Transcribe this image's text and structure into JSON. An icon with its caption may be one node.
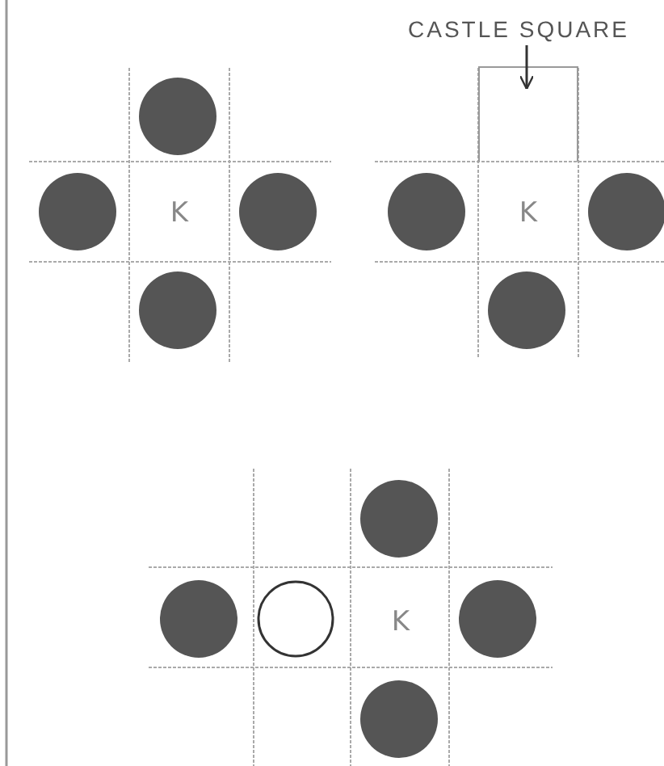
{
  "diagram": {
    "nodes": [
      {
        "text": [
          "CASTLE SQUARE"
        ]
      },
      {
        "text": [],
        "shape": "box"
      }
    ],
    "edges": [
      {
        "from": 0,
        "to": 1,
        "arrow": "to"
      }
    ],
    "labels": [
      "K",
      "K",
      "K"
    ]
  }
}
